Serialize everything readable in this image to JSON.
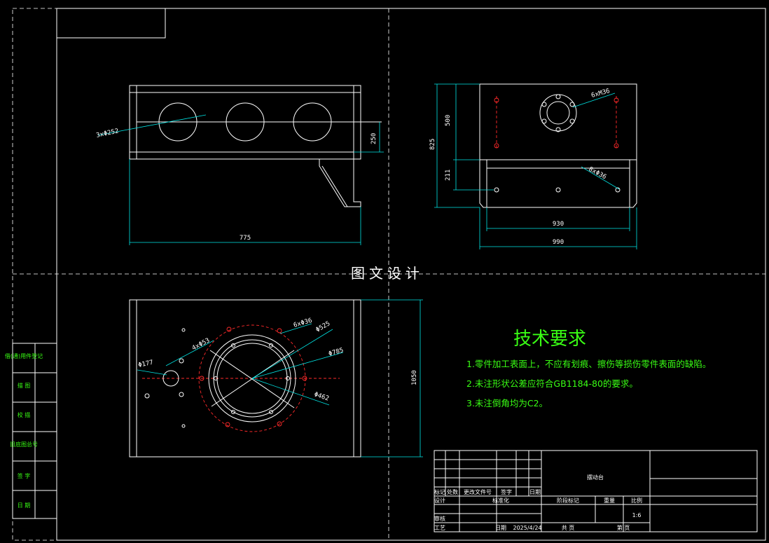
{
  "watermark": "图文设计",
  "tech_requirements": {
    "title": "技术要求",
    "items": [
      "1.零件加工表面上，不应有划痕、擦伤等损伤零件表面的缺陷。",
      "2.未注形状公差应符合GB1184-80的要求。",
      "3.未注倒角均为C2。"
    ]
  },
  "front_view": {
    "holes_label": "3xΦ252",
    "height_label": "250",
    "width_label": "775"
  },
  "side_view": {
    "top_label": "6xM36",
    "hole_label": "8xΦ36",
    "h1": "500",
    "h_total": "825",
    "h2": "211",
    "w1": "930",
    "w2": "990"
  },
  "top_view": {
    "label_6x": "6xΦ36",
    "label_4x": "4xΦ53",
    "d_phi525": "Φ525",
    "d_phi785": "Φ785",
    "d_phi462": "Φ462",
    "d_phi177": "Φ177",
    "length": "1050"
  },
  "side_strip": {
    "labels": [
      "借(通)用件登记",
      "描 图",
      "校 描",
      "旧底图总号",
      "签 字",
      "日 期"
    ]
  },
  "title_block": {
    "part_name": "摆动台",
    "header_cells": [
      "标记",
      "处数",
      "更改文件号",
      "签字",
      "日期"
    ],
    "row_labels": [
      "设计",
      "审核",
      "工艺"
    ],
    "std_label": "标准化",
    "date_label": "日期",
    "date": "2025/4/24",
    "stage_label": "阶段标记",
    "weight_label": "重量",
    "scale_label": "比例",
    "scale": "1:6",
    "sheets": "共 页",
    "sheet": "第 页"
  }
}
